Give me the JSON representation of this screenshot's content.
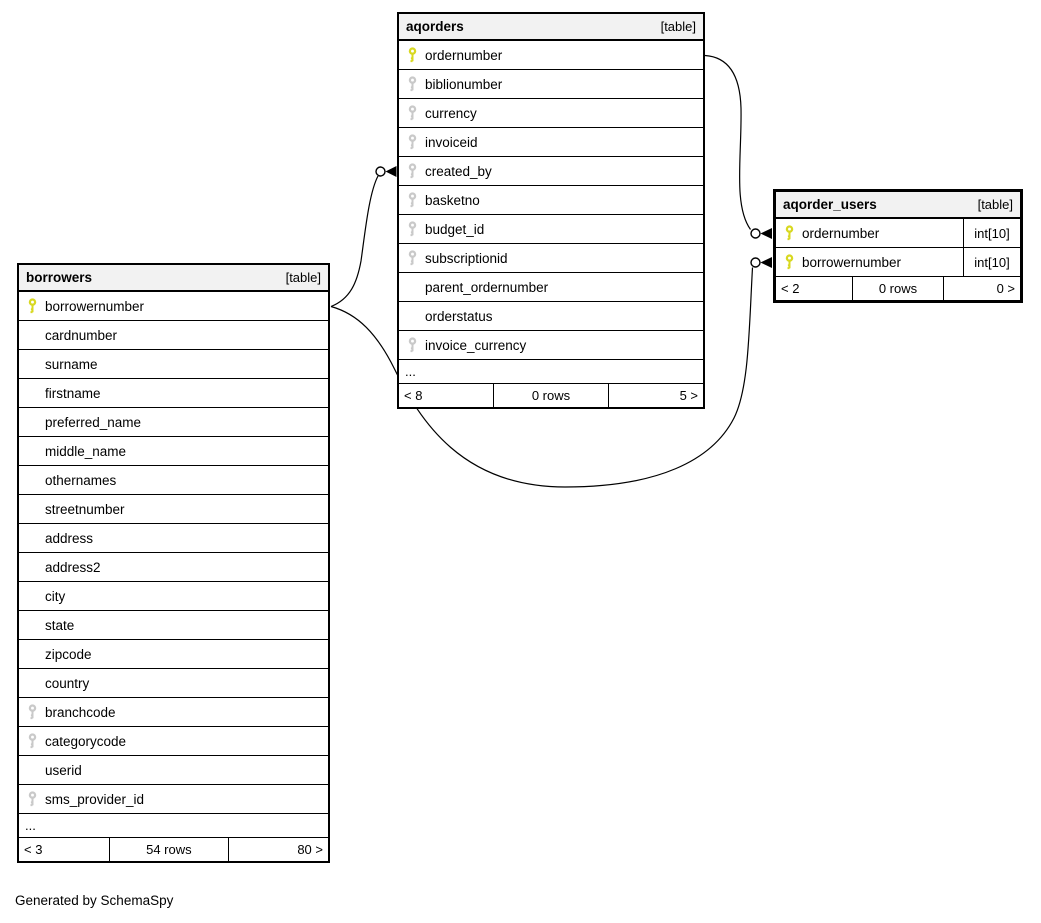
{
  "diagram": {
    "generated_by": "Generated by SchemaSpy"
  },
  "colors": {
    "primary_key": "#d8d821",
    "foreign_key": "#c9c9c9",
    "header_bg": "#f2f2f2",
    "border": "#000000",
    "background": "#ffffff"
  },
  "tables": {
    "aqorders": {
      "name": "aqorders",
      "tag": "[table]",
      "columns": [
        {
          "name": "ordernumber",
          "key": "pk"
        },
        {
          "name": "biblionumber",
          "key": "fk"
        },
        {
          "name": "currency",
          "key": "fk"
        },
        {
          "name": "invoiceid",
          "key": "fk"
        },
        {
          "name": "created_by",
          "key": "fk"
        },
        {
          "name": "basketno",
          "key": "fk"
        },
        {
          "name": "budget_id",
          "key": "fk"
        },
        {
          "name": "subscriptionid",
          "key": "fk"
        },
        {
          "name": "parent_ordernumber",
          "key": null
        },
        {
          "name": "orderstatus",
          "key": null
        },
        {
          "name": "invoice_currency",
          "key": "fk"
        }
      ],
      "ellipsis": "...",
      "footer": {
        "left": "< 8",
        "center": "0 rows",
        "right": "5 >"
      }
    },
    "aqorder_users": {
      "name": "aqorder_users",
      "tag": "[table]",
      "columns": [
        {
          "name": "ordernumber",
          "key": "pk",
          "type": "int[10]"
        },
        {
          "name": "borrowernumber",
          "key": "pk",
          "type": "int[10]"
        }
      ],
      "footer": {
        "left": "< 2",
        "center": "0 rows",
        "right": "0 >"
      }
    },
    "borrowers": {
      "name": "borrowers",
      "tag": "[table]",
      "columns": [
        {
          "name": "borrowernumber",
          "key": "pk"
        },
        {
          "name": "cardnumber",
          "key": null
        },
        {
          "name": "surname",
          "key": null
        },
        {
          "name": "firstname",
          "key": null
        },
        {
          "name": "preferred_name",
          "key": null
        },
        {
          "name": "middle_name",
          "key": null
        },
        {
          "name": "othernames",
          "key": null
        },
        {
          "name": "streetnumber",
          "key": null
        },
        {
          "name": "address",
          "key": null
        },
        {
          "name": "address2",
          "key": null
        },
        {
          "name": "city",
          "key": null
        },
        {
          "name": "state",
          "key": null
        },
        {
          "name": "zipcode",
          "key": null
        },
        {
          "name": "country",
          "key": null
        },
        {
          "name": "branchcode",
          "key": "fk"
        },
        {
          "name": "categorycode",
          "key": "fk"
        },
        {
          "name": "userid",
          "key": null
        },
        {
          "name": "sms_provider_id",
          "key": "fk"
        }
      ],
      "ellipsis": "...",
      "footer": {
        "left": "< 3",
        "center": "54 rows",
        "right": "80 >"
      }
    }
  },
  "relationships": [
    {
      "from": "aqorders.ordernumber",
      "to": "aqorder_users.ordernumber"
    },
    {
      "from": "borrowers.borrowernumber",
      "to": "aqorder_users.borrowernumber"
    },
    {
      "from": "borrowers.borrowernumber",
      "to": "aqorders.created_by"
    }
  ]
}
